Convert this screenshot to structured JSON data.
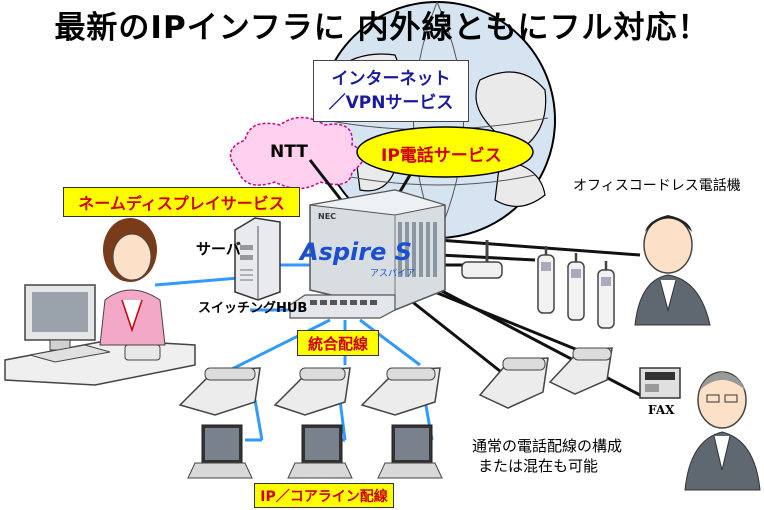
{
  "title": "最新のIPインフラに 内外線ともにフル対応！",
  "internet_box": {
    "line1": "インターネット",
    "line2": "／VPNサービス"
  },
  "ntt_label": "NTT",
  "ip_phone_service": "IP電話サービス",
  "name_display_service": "ネームディスプレイサービス",
  "server_label": "サーバ",
  "switching_hub_label": "スイッチングHUB",
  "pbx_brand": "Aspire S",
  "pbx_subtitle": "アスパイア",
  "pbx_maker": "NEC",
  "integrated_wiring_label": "統合配線",
  "ip_coreline_label": "IP／コアライン配線",
  "office_cordless_label": "オフィスコードレス電話機",
  "fax_label": "FAX",
  "wiring_note": {
    "line1": "通常の電話配線の構成",
    "line2": "または混在も可能"
  },
  "colors": {
    "lan": "#3399ff",
    "line": "#111111",
    "label_red": "#d00000",
    "label_blue": "#1a1aa0",
    "yellow": "#ffff00"
  }
}
